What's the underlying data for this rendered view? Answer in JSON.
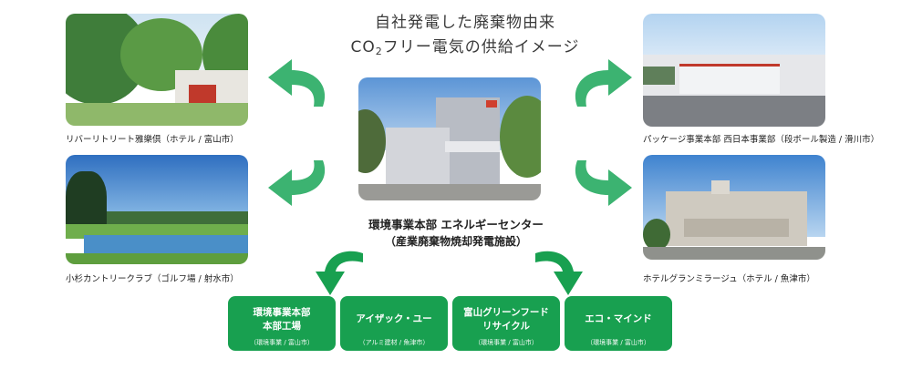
{
  "title": {
    "line1": "自社発電した廃棄物由来",
    "line2_pre": "CO",
    "line2_sub": "2",
    "line2_post": "フリー電気の供給イメージ"
  },
  "center": {
    "name": "環境事業本部 エネルギーセンター",
    "facility": "（産業廃棄物焼却発電施設）"
  },
  "destinations": {
    "top_left": "リバーリトリート雅樂倶（ホテル / 富山市）",
    "mid_left": "小杉カントリークラブ（ゴルフ場 / 射水市）",
    "top_right": "パッケージ事業本部 西日本事業部（段ボール製造 / 滑川市）",
    "mid_right": "ホテルグランミラージュ（ホテル / 魚津市）"
  },
  "group_companies": [
    {
      "line1": "環境事業本部",
      "line2": "本部工場",
      "sub": "（環境事業 / 富山市）"
    },
    {
      "line1": "アイザック・ユー",
      "line2": "",
      "sub": "（アルミ建材 / 魚津市）"
    },
    {
      "line1": "富山グリーンフード",
      "line2": "リサイクル",
      "sub": "（環境事業 / 富山市）"
    },
    {
      "line1": "エコ・マインド",
      "line2": "",
      "sub": "（環境事業 / 富山市）"
    }
  ],
  "colors": {
    "arrow_green": "#3cb371",
    "box_green": "#18a050"
  }
}
